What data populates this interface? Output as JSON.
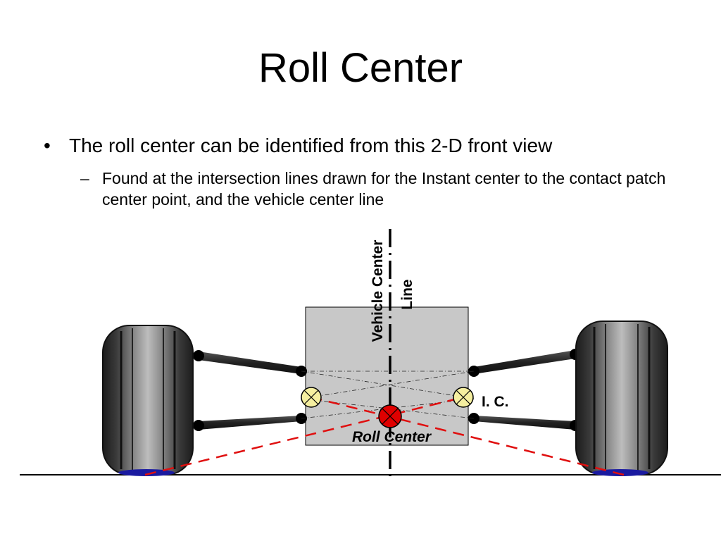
{
  "slide": {
    "title": "Roll Center",
    "bullet_marker": "•",
    "sub_bullet_marker": "–",
    "bullet": "The roll center can be identified from this 2-D front view",
    "sub_bullet": "Found at the intersection lines drawn for the Instant center to the contact patch center point, and the vehicle center line"
  },
  "diagram": {
    "labels": {
      "center_line_1": "Vehicle Center",
      "center_line_2": "Line",
      "instant_center": "I. C.",
      "roll_center": "Roll Center"
    },
    "colors": {
      "body_fill": "#c8c8c8",
      "instant_center_fill": "#f5efa0",
      "roll_center_fill": "#e00000",
      "construction_line": "#e01010",
      "contact_patch": "#1a1aa0",
      "tire": "#2a2a2a"
    }
  }
}
